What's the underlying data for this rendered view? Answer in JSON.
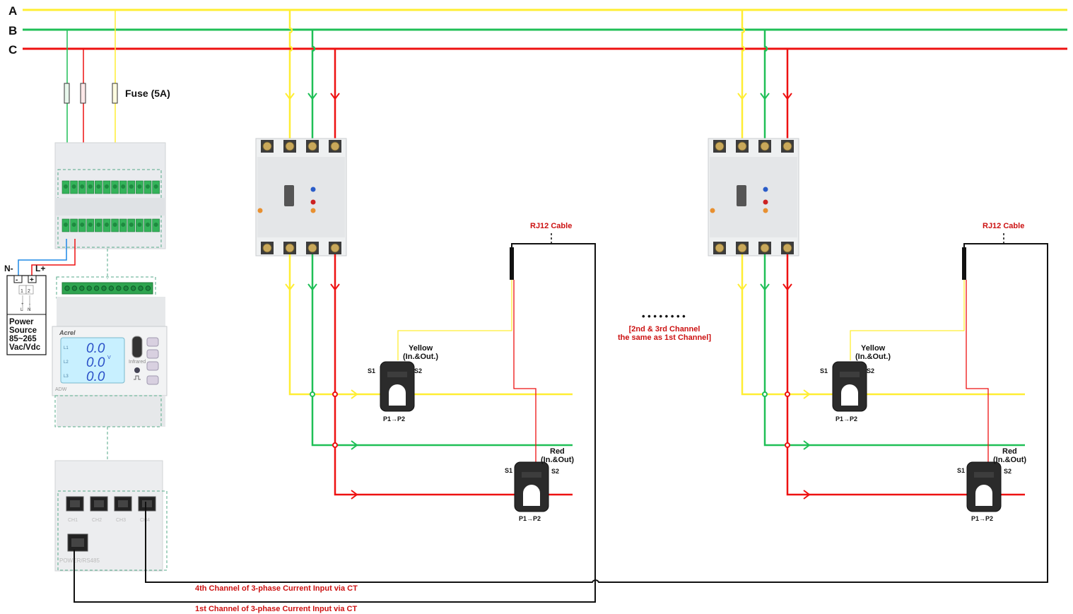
{
  "phases": [
    {
      "label": "A",
      "color": "#ffee33"
    },
    {
      "label": "B",
      "color": "#1fbf56"
    },
    {
      "label": "C",
      "color": "#ee1111"
    }
  ],
  "labels": {
    "fuse": "Fuse (5A)",
    "n_minus": "N-",
    "l_plus": "L+",
    "power_source": [
      "Power",
      "Source",
      "85~265",
      "Vac/Vdc"
    ],
    "ps_terminals": [
      "1",
      "2"
    ],
    "ps_marks": [
      "+",
      "-",
      "L",
      "N"
    ],
    "rj12_cable": "RJ12 Cable",
    "yellow_ct": [
      "Yellow",
      "(In.&Out.)"
    ],
    "red_ct": [
      "Red",
      "(In.&Out)"
    ],
    "s1": "S1",
    "s2": "S2",
    "p1p2": "P1→P2",
    "dots": "• • • • • • • •",
    "channel_note": [
      "[2nd & 3rd Channel",
      "the same as 1st Channel]"
    ],
    "ch4_text": "4th Channel of 3-phase Current Input via CT",
    "ch1_text": "1st Channel of 3-phase Current Input via CT",
    "meter_brand": "Acrel",
    "meter_readings": [
      "0.0",
      "0.0",
      "0.0"
    ],
    "meter_rows": [
      "L1",
      "L2",
      "L3"
    ],
    "meter_unit": "V",
    "meter_model": "ADW",
    "infrared": "Infrared",
    "ports": [
      "CH1",
      "CH2",
      "CH3",
      "CH4"
    ],
    "power_rs485": "POWER/RS485"
  },
  "colors": {
    "label_red": "#cc1111",
    "wire_black": "#111111",
    "module_green": "#2ea44f",
    "dashed": "#55aa88"
  }
}
